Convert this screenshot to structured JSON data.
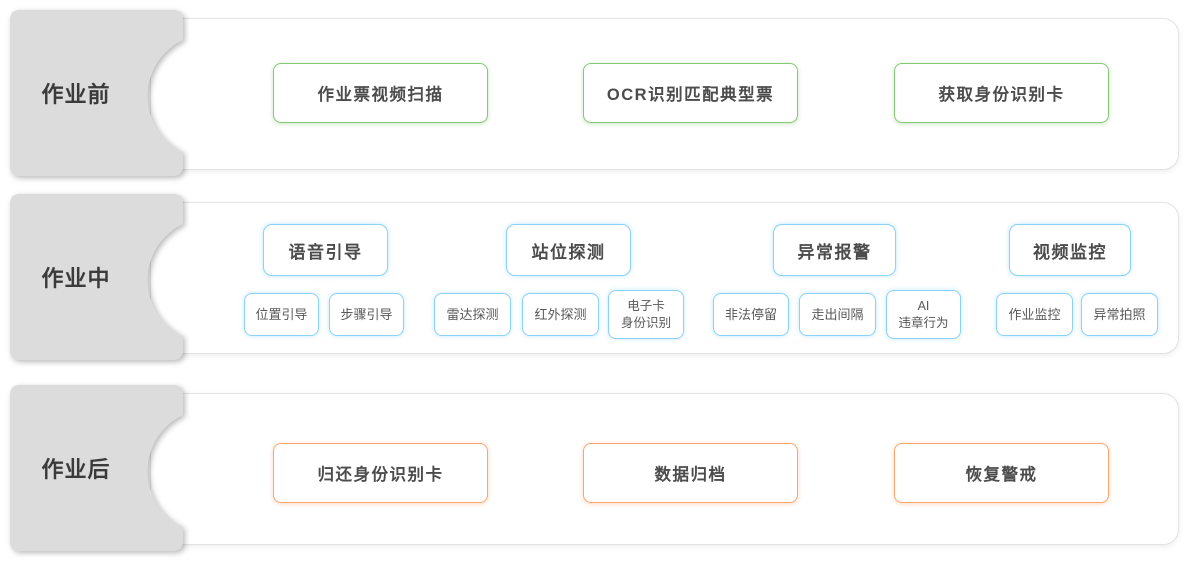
{
  "colors": {
    "green": "#85c878",
    "blue": "#8bd2f5",
    "orange": "#f9a76e",
    "tab_bg": "#dcdcdc",
    "tab_text": "#3b3b3b",
    "box_text": "#4c4c4c",
    "panel_border": "#e3e3e3"
  },
  "phases": [
    {
      "tab": "作业前",
      "boxes": [
        "作业票视频扫描",
        "OCR识别匹配典型票",
        "获取身份识别卡"
      ]
    },
    {
      "tab": "作业中",
      "headers": [
        "语音引导",
        "站位探测",
        "异常报警",
        "视频监控"
      ],
      "subs": [
        "位置引导",
        "步骤引导",
        "雷达探测",
        "红外探测",
        "电子卡\n身份识别",
        "非法停留",
        "走出间隔",
        "AI\n违章行为",
        "作业监控",
        "异常拍照"
      ]
    },
    {
      "tab": "作业后",
      "boxes": [
        "归还身份识别卡",
        "数据归档",
        "恢复警戒"
      ]
    }
  ]
}
